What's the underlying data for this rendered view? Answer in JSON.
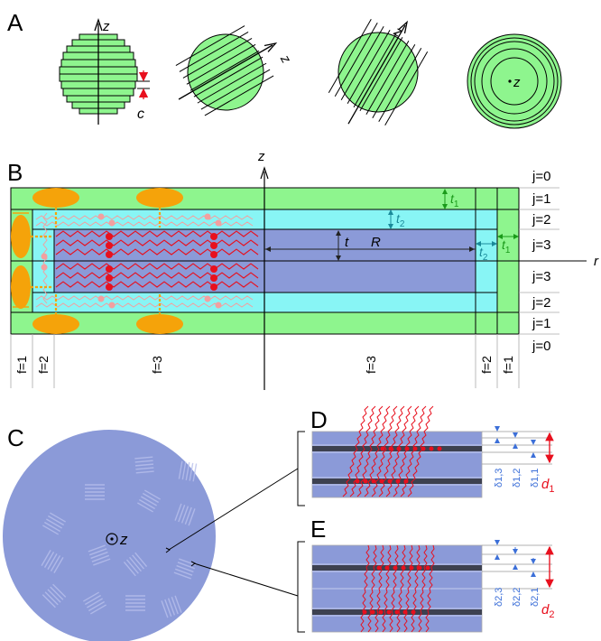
{
  "panels": {
    "a": "A",
    "b": "B",
    "c": "C",
    "d": "D",
    "e": "E"
  },
  "panel_a": {
    "axis_label": "z",
    "thickness_label": "c"
  },
  "panel_b": {
    "axis_z": "z",
    "axis_r": "r",
    "t1_right": "t",
    "t1_right_sub": "1",
    "t2_right": "t",
    "t2_right_sub": "2",
    "t_label": "t",
    "R_label": "R",
    "t2_bottom": "t",
    "t2_bottom_sub": "2",
    "t1_bottom": "t",
    "t1_bottom_sub": "1",
    "j_labels": [
      "j=0",
      "j=1",
      "j=2",
      "j=3",
      "j=3",
      "j=2",
      "j=1",
      "j=0"
    ],
    "f_labels": [
      "f=1",
      "f=2",
      "f=3",
      "f=3",
      "f=2",
      "f=1"
    ]
  },
  "panel_c": {
    "axis_label": "z",
    "axis_symbol": "⊙"
  },
  "panel_d": {
    "delta_labels": [
      "δ1,3",
      "δ1,2",
      "δ1,1"
    ],
    "d_label": "d",
    "d_sub": "1"
  },
  "panel_e": {
    "delta_labels": [
      "δ2,3",
      "δ2,2",
      "δ2,1"
    ],
    "d_label": "d",
    "d_sub": "2"
  },
  "colors": {
    "green": "#8ef58e",
    "cyan": "#88f5f5",
    "blue": "#8b9ad8",
    "red": "#e8101e",
    "pink": "#f2a0a0",
    "orange": "#f5a30a",
    "dark_green": "#1a9a1a",
    "teal": "#1a8a9a",
    "delta_blue": "#3c6fd8"
  }
}
